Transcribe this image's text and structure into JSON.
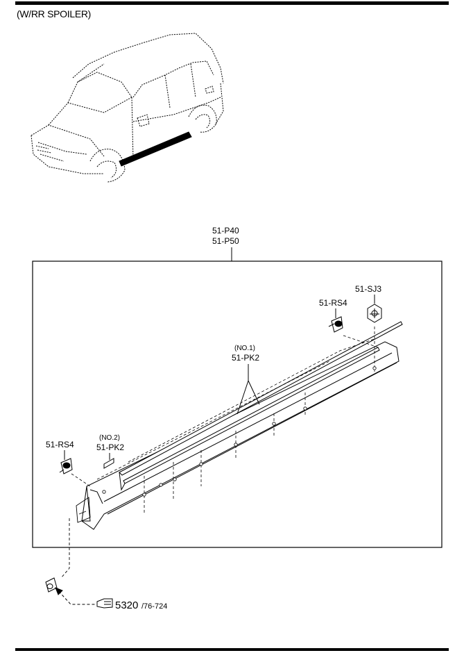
{
  "header": {
    "caption": "(W/RR SPOILER)"
  },
  "assembly": {
    "label_line1": "51-P40",
    "label_line2": "51-P50"
  },
  "parts": {
    "clip_right": "51-RS4",
    "nut_right": "51-SJ3",
    "molding_no1_qualifier": "(NO.1)",
    "molding_no1": "51-PK2",
    "molding_no2_qualifier": "(NO.2)",
    "molding_no2": "51-PK2",
    "clip_left": "51-RS4"
  },
  "reference": {
    "page": "5320",
    "sub": "/76-724"
  }
}
